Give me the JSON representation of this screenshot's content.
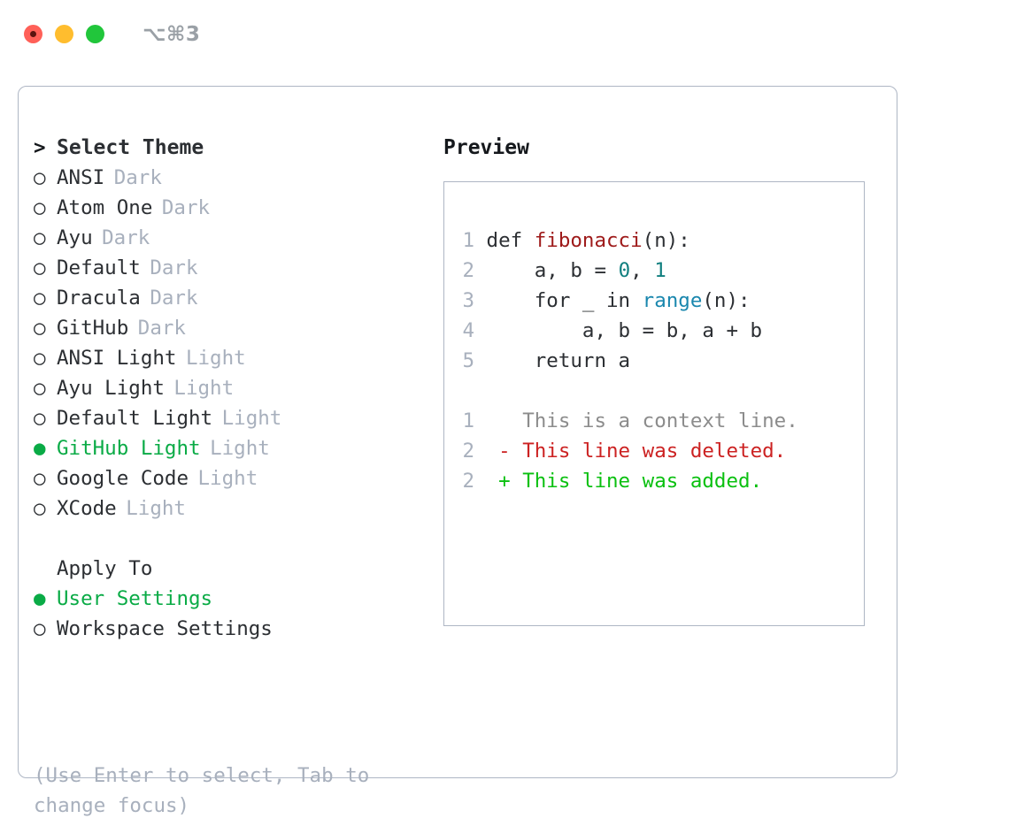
{
  "window": {
    "title": "⌥⌘3",
    "traffic_lights": [
      {
        "name": "close",
        "color": "#ff6058"
      },
      {
        "name": "minimize",
        "color": "#ffbd2e"
      },
      {
        "name": "maximize",
        "color": "#21c63b"
      }
    ]
  },
  "colors": {
    "selected_green": "#0aab46",
    "muted_gray": "#a8b0bd",
    "text": "#2c2f33",
    "border": "#aeb6c4",
    "syntax_function": "#9e1a1a",
    "syntax_number": "#107f7f",
    "syntax_builtin": "#1a87ae",
    "diff_context": "#8c8c8c",
    "diff_deleted": "#cc2222",
    "diff_added": "#0ac010"
  },
  "theme_section": {
    "header_marker": ">",
    "header_label": "Select Theme",
    "marker_unselected": "○",
    "marker_selected": "●",
    "items": [
      {
        "marker": "○",
        "label": "ANSI",
        "variant": "Dark",
        "selected": false
      },
      {
        "marker": "○",
        "label": "Atom One",
        "variant": "Dark",
        "selected": false
      },
      {
        "marker": "○",
        "label": "Ayu",
        "variant": "Dark",
        "selected": false
      },
      {
        "marker": "○",
        "label": "Default",
        "variant": "Dark",
        "selected": false
      },
      {
        "marker": "○",
        "label": "Dracula",
        "variant": "Dark",
        "selected": false
      },
      {
        "marker": "○",
        "label": "GitHub",
        "variant": "Dark",
        "selected": false
      },
      {
        "marker": "○",
        "label": "ANSI Light",
        "variant": "Light",
        "selected": false
      },
      {
        "marker": "○",
        "label": "Ayu Light",
        "variant": "Light",
        "selected": false
      },
      {
        "marker": "○",
        "label": "Default Light",
        "variant": "Light",
        "selected": false
      },
      {
        "marker": "●",
        "label": "GitHub Light",
        "variant": "Light",
        "selected": true
      },
      {
        "marker": "○",
        "label": "Google Code",
        "variant": "Light",
        "selected": false
      },
      {
        "marker": "○",
        "label": "XCode",
        "variant": "Light",
        "selected": false
      }
    ]
  },
  "apply_to_section": {
    "header_label": "Apply To",
    "items": [
      {
        "marker": "●",
        "label": "User Settings",
        "selected": true
      },
      {
        "marker": "○",
        "label": "Workspace Settings",
        "selected": false
      }
    ]
  },
  "hint": "(Use Enter to select, Tab to change focus)",
  "preview": {
    "title": "Preview",
    "code_lines": [
      {
        "number": "1",
        "segments": [
          {
            "text": "def ",
            "type": "plain"
          },
          {
            "text": "fibonacci",
            "type": "function"
          },
          {
            "text": "(n):",
            "type": "plain"
          }
        ]
      },
      {
        "number": "2",
        "segments": [
          {
            "text": "    a, b = ",
            "type": "plain"
          },
          {
            "text": "0",
            "type": "number"
          },
          {
            "text": ", ",
            "type": "plain"
          },
          {
            "text": "1",
            "type": "number"
          }
        ]
      },
      {
        "number": "3",
        "segments": [
          {
            "text": "    for _ in ",
            "type": "plain"
          },
          {
            "text": "range",
            "type": "builtin"
          },
          {
            "text": "(n):",
            "type": "plain"
          }
        ]
      },
      {
        "number": "4",
        "segments": [
          {
            "text": "        a, b = b, a + b",
            "type": "plain"
          }
        ]
      },
      {
        "number": "5",
        "segments": [
          {
            "text": "    return a",
            "type": "plain"
          }
        ]
      }
    ],
    "diff_lines": [
      {
        "number": "1",
        "prefix": "  ",
        "text": "This is a context line.",
        "type": "context"
      },
      {
        "number": "2",
        "prefix": "- ",
        "text": "This line was deleted.",
        "type": "deleted"
      },
      {
        "number": "2",
        "prefix": "+ ",
        "text": "This line was added.",
        "type": "added"
      }
    ]
  }
}
